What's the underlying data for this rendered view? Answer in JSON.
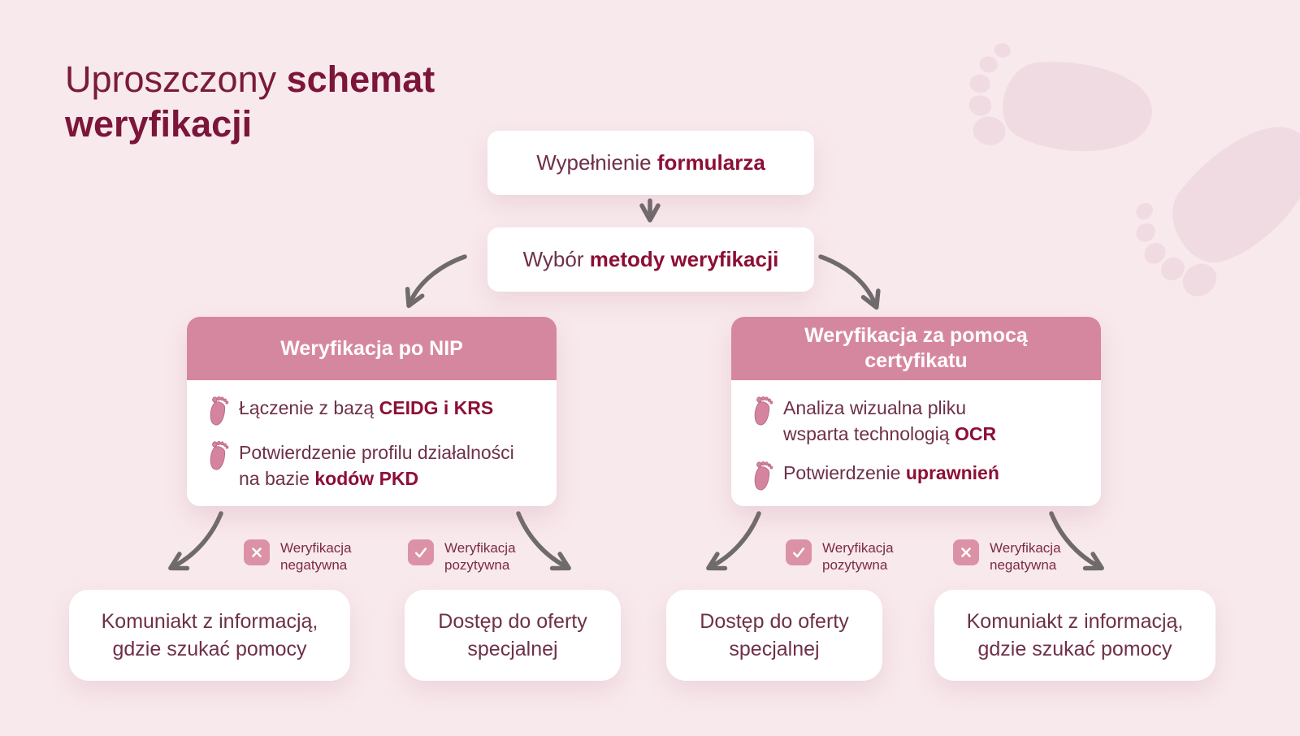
{
  "title": {
    "regular": "Uproszczony",
    "bold_line1": "schemat",
    "bold_line2": "weryfikacji"
  },
  "flow": {
    "step1": {
      "regular": "Wypełnienie",
      "bold": "formularza"
    },
    "step2": {
      "regular": "Wybór",
      "bold": "metody weryfikacji"
    }
  },
  "cards": {
    "nip": {
      "header": "Weryfikacja po NIP",
      "items": [
        {
          "line1_regular": "Łączenie z bazą",
          "line1_bold": "CEIDG i KRS",
          "line2_regular": "",
          "line2_bold": ""
        },
        {
          "line1_regular": "Potwierdzenie profilu działalności",
          "line1_bold": "",
          "line2_regular": "na bazie",
          "line2_bold": "kodów PKD"
        }
      ]
    },
    "cert": {
      "header": "Weryfikacja za pomocą certyfikatu",
      "items": [
        {
          "line1_regular": "Analiza wizualna pliku",
          "line1_bold": "",
          "line2_regular": "wsparta technologią",
          "line2_bold": "OCR"
        },
        {
          "line1_regular": "Potwierdzenie",
          "line1_bold": "uprawnień",
          "line2_regular": "",
          "line2_bold": ""
        }
      ]
    }
  },
  "badges": [
    {
      "result": "negative",
      "line1": "Weryfikacja",
      "line2": "negatywna"
    },
    {
      "result": "positive",
      "line1": "Weryfikacja",
      "line2": "pozytywna"
    },
    {
      "result": "positive",
      "line1": "Weryfikacja",
      "line2": "pozytywna"
    },
    {
      "result": "negative",
      "line1": "Weryfikacja",
      "line2": "negatywna"
    }
  ],
  "outcomes": [
    {
      "line1": "Komuniakt z informacją,",
      "line2": "gdzie szukać pomocy"
    },
    {
      "line1": "Dostęp do oferty",
      "line2": "specjalnej"
    },
    {
      "line1": "Dostęp do oferty",
      "line2": "specjalnej"
    },
    {
      "line1": "Komuniakt z informacją,",
      "line2": "gdzie szukać pomocy"
    }
  ],
  "icons": {
    "bullet": "baby-footprint",
    "decoration": "baby-footprints",
    "negative": "cross",
    "positive": "check",
    "connector": "curved-arrow"
  },
  "colors": {
    "background": "#f8e9ec",
    "card_header_pink": "#d687a0",
    "badge_pink": "#db92a7",
    "title_maroon": "#7a1b3a",
    "text_maroon": "#6e3049",
    "bold_maroon": "#8c0f36",
    "arrow_gray": "#6f6b6c",
    "box_white": "#ffffff",
    "decoration_pink": "#f1dbe2"
  }
}
